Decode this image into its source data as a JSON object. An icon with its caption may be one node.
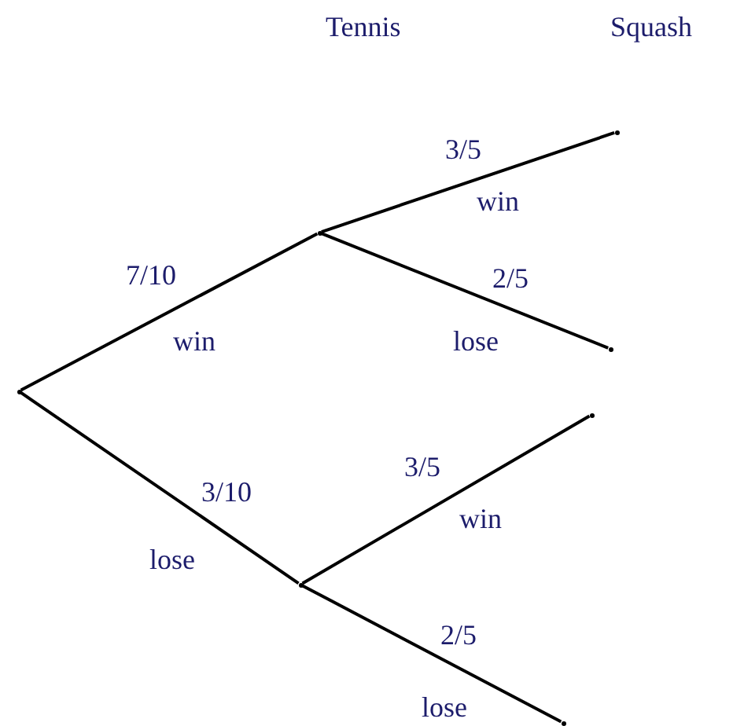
{
  "diagram": {
    "nodes": [
      {
        "text": [],
        "shape": "dot"
      },
      {
        "text": [],
        "shape": "dot"
      },
      {
        "text": [],
        "shape": "dot"
      },
      {
        "text": [],
        "shape": "dot"
      },
      {
        "text": [],
        "shape": "dot"
      },
      {
        "text": [],
        "shape": "dot"
      },
      {
        "text": [],
        "shape": "dot"
      }
    ],
    "edges": [
      {
        "from": 0,
        "to": 1,
        "arrow": "none",
        "label": "7/10"
      },
      {
        "from": 0,
        "to": 2,
        "arrow": "none",
        "label": "3/10"
      },
      {
        "from": 1,
        "to": 3,
        "arrow": "none",
        "label": "3/5"
      },
      {
        "from": 1,
        "to": 4,
        "arrow": "none",
        "label": "2/5"
      },
      {
        "from": 2,
        "to": 5,
        "arrow": "none",
        "label": "3/5"
      },
      {
        "from": 2,
        "to": 6,
        "arrow": "none",
        "label": "2/5"
      }
    ],
    "labels": [
      "Tennis",
      "Squash",
      "win",
      "win",
      "lose",
      "lose",
      "win",
      "lose"
    ]
  }
}
